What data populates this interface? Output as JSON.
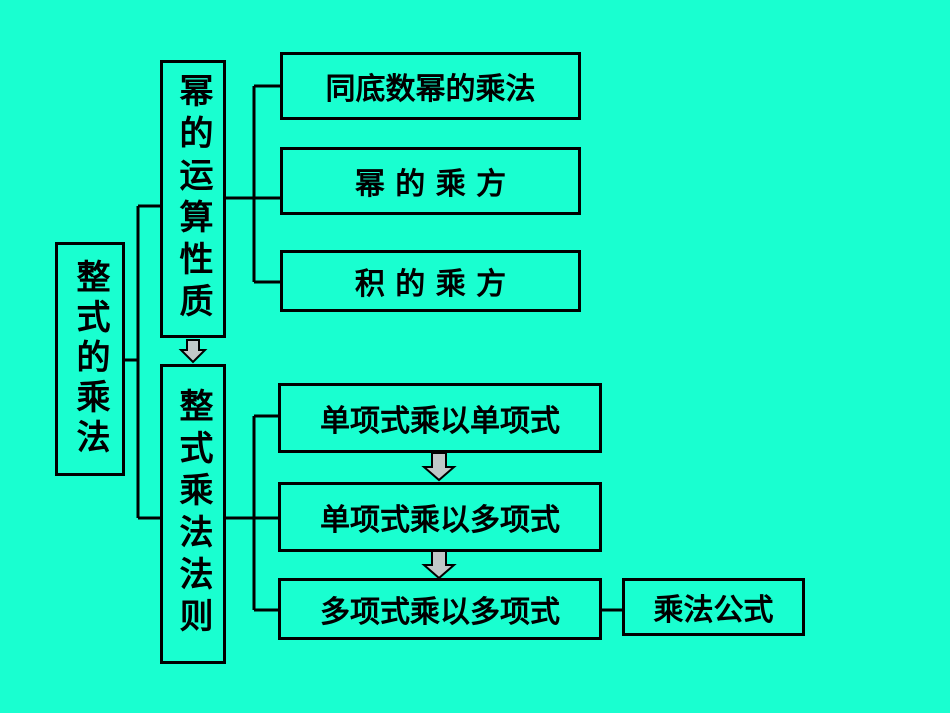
{
  "root": {
    "label": "整式的乘法"
  },
  "branch_powers": {
    "label": "幂的运算性质",
    "items": [
      "同底数幂的乘法",
      "幂 的 乘 方",
      "积 的 乘 方"
    ]
  },
  "branch_rules": {
    "label": "整式乘法法则",
    "items": [
      "单项式乘以单项式",
      "单项式乘以多项式",
      "多项式乘以多项式"
    ],
    "extra": "乘法公式"
  }
}
